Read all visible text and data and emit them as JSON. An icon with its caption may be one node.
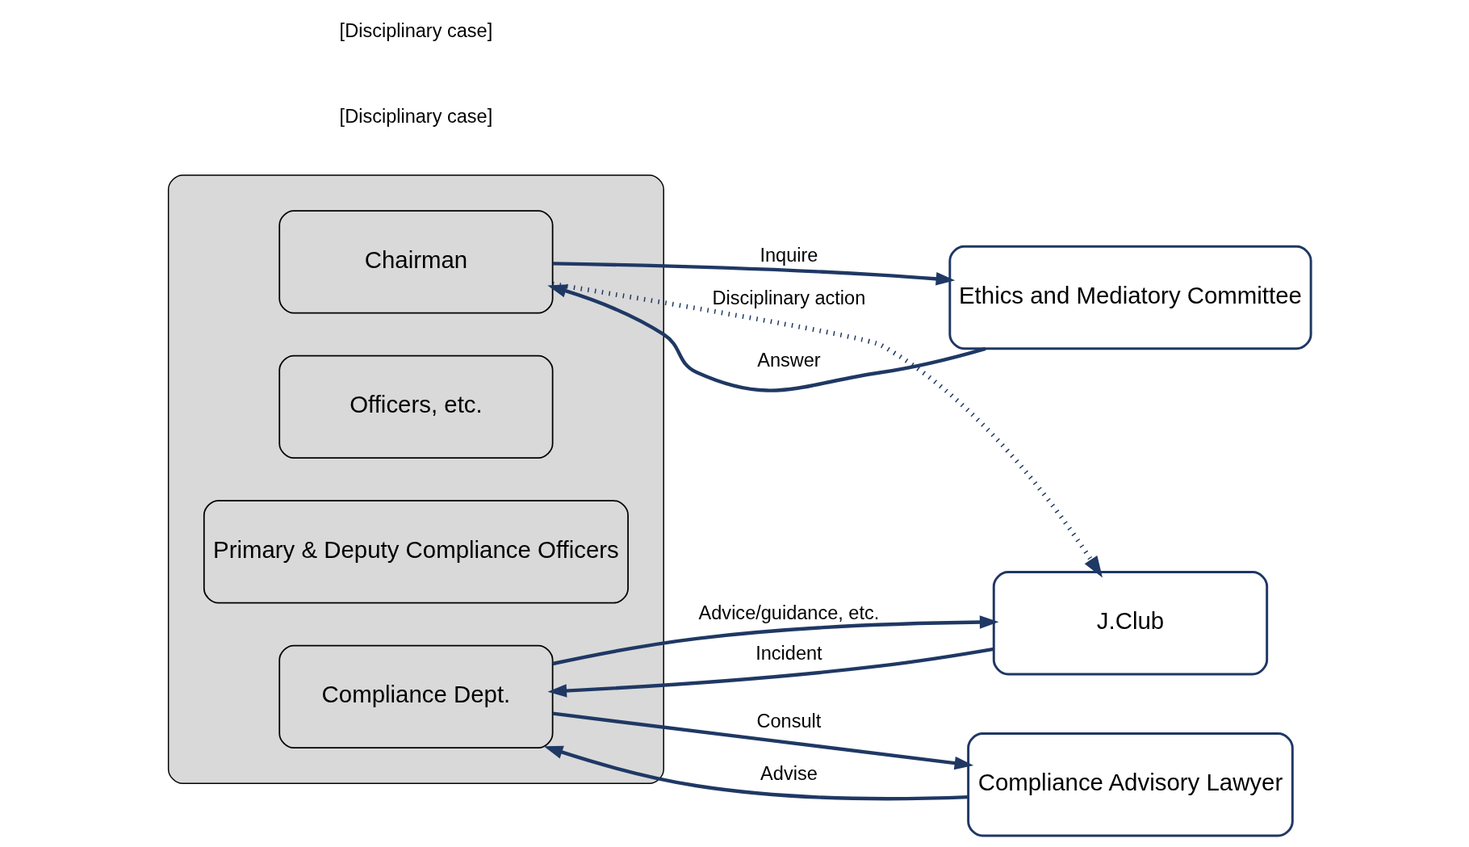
{
  "diagram": {
    "nodes": [
      {
        "text": [],
        "shape": "ellipse"
      },
      {
        "text": [
          "Chairman"
        ],
        "in": 0
      },
      {
        "text": [
          "Officers, etc."
        ],
        "in": 0
      },
      {
        "text": [
          "Primary & Deputy Compliance Officers"
        ],
        "in": 0
      },
      {
        "text": [
          "Compliance Dept."
        ],
        "in": 0
      },
      {
        "text": [
          "Ethics and Mediatory Committee"
        ]
      },
      {
        "text": [
          "J.Club"
        ]
      },
      {
        "text": [
          "Compliance Advisory Lawyer"
        ]
      }
    ],
    "edges": [
      {
        "from": 1,
        "to": 5,
        "arrow": "to",
        "label": "Inquire"
      },
      {
        "from": 5,
        "to": 1,
        "arrow": "to",
        "label": "Answer"
      },
      {
        "from": 1,
        "to": 6,
        "arrow": "to",
        "label": "Disciplinary action",
        "style": "dashed"
      },
      {
        "from": 6,
        "to": 4,
        "arrow": "to",
        "label": "Incident"
      },
      {
        "from": 4,
        "to": 6,
        "arrow": "to",
        "label": "Advice/guidance, etc."
      },
      {
        "from": 4,
        "to": 7,
        "arrow": "to",
        "label": "Consult"
      },
      {
        "from": 7,
        "to": 4,
        "arrow": "to",
        "label": "Advise"
      }
    ],
    "labels": [
      "[Disciplinary case]",
      "[Disciplinary case]"
    ]
  }
}
